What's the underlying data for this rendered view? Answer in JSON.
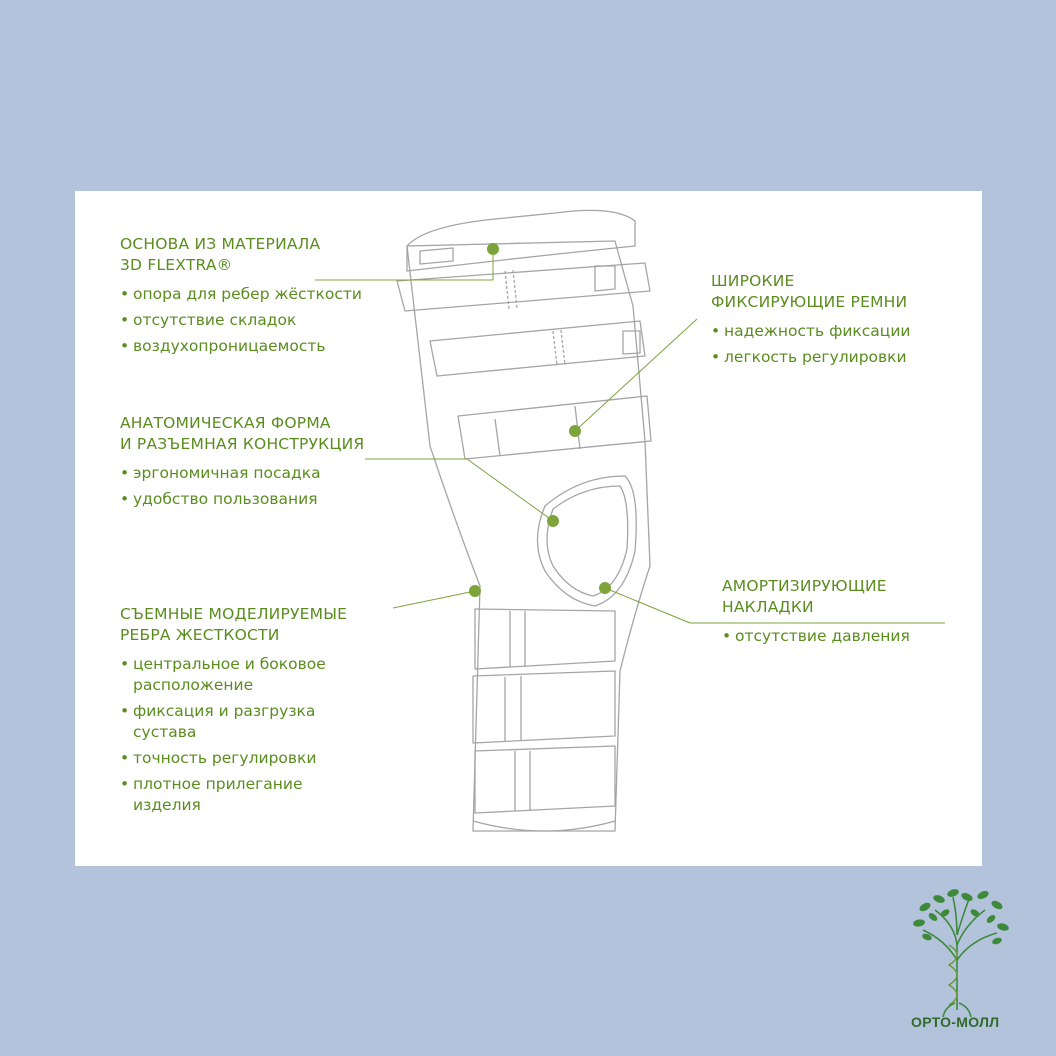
{
  "colors": {
    "accent": "#5a8d1e",
    "background": "#b4c3dc",
    "card": "#ffffff",
    "outline": "#a5a5a5"
  },
  "callouts": [
    {
      "title_lines": [
        "ОСНОВА ИЗ МАТЕРИАЛА",
        "3D FLEXTRA®"
      ],
      "bullets": [
        [
          "опора для ребер жёсткости"
        ],
        [
          "отсутствие складок"
        ],
        [
          "воздухопроницаемость"
        ]
      ]
    },
    {
      "title_lines": [
        "АНАТОМИЧЕСКАЯ ФОРМА",
        "И РАЗЪЕМНАЯ КОНСТРУКЦИЯ"
      ],
      "bullets": [
        [
          "эргономичная посадка"
        ],
        [
          "удобство пользования"
        ]
      ]
    },
    {
      "title_lines": [
        "СЪЕМНЫЕ МОДЕЛИРУЕМЫЕ",
        "РЕБРА ЖЕСТКОСТИ"
      ],
      "bullets": [
        [
          "центральное и боковое",
          "расположение"
        ],
        [
          "фиксация и разгрузка",
          "сустава"
        ],
        [
          "точность регулировки"
        ],
        [
          "плотное прилегание",
          "изделия"
        ]
      ]
    },
    {
      "title_lines": [
        "ШИРОКИЕ",
        "ФИКСИРУЮЩИЕ РЕМНИ"
      ],
      "bullets": [
        [
          "надежность фиксации"
        ],
        [
          "легкость регулировки"
        ]
      ]
    },
    {
      "title_lines": [
        "АМОРТИЗИРУЮЩИЕ",
        "НАКЛАДКИ"
      ],
      "bullets": [
        [
          "отсутствие давления"
        ]
      ]
    }
  ],
  "logo": {
    "text": "ОРТО-МОЛЛ",
    "icon": "tree-spine-logo-icon"
  }
}
